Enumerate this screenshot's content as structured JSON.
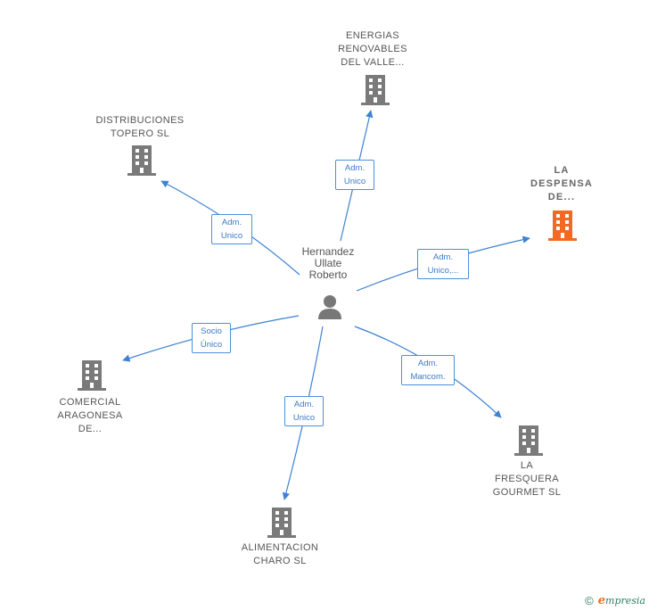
{
  "center": {
    "name": "Hernandez\nUllate\nRoberto",
    "icon": "person-icon"
  },
  "companies": [
    {
      "id": "energias",
      "name": "ENERGIAS\nRENOVABLES\nDEL VALLE...",
      "icon": "building-icon",
      "highlight": false
    },
    {
      "id": "distribuciones",
      "name": "DISTRIBUCIONES\nTOPERO SL",
      "icon": "building-icon",
      "highlight": false
    },
    {
      "id": "despensa",
      "name": "LA\nDESPENSA\nDE...",
      "icon": "building-icon",
      "highlight": true
    },
    {
      "id": "comercial",
      "name": "COMERCIAL\nARAGONESA\nDE...",
      "icon": "building-icon",
      "highlight": false
    },
    {
      "id": "fresquera",
      "name": "LA\nFRESQUERA\nGOURMET  SL",
      "icon": "building-icon",
      "highlight": false
    },
    {
      "id": "alimentacion",
      "name": "ALIMENTACION\nCHARO  SL",
      "icon": "building-icon",
      "highlight": false
    }
  ],
  "relations": [
    {
      "to": "energias",
      "label": "Adm.\nUnico"
    },
    {
      "to": "distribuciones",
      "label": "Adm.\nUnico"
    },
    {
      "to": "despensa",
      "label": "Adm.\nUnico,..."
    },
    {
      "to": "comercial",
      "label": "Socio\nÚnico"
    },
    {
      "to": "fresquera",
      "label": "Adm.\nMancom."
    },
    {
      "to": "alimentacion",
      "label": "Adm.\nUnico"
    }
  ],
  "colors": {
    "edge": "#3f82d1",
    "building": "#7a7a7a",
    "building_highlight": "#f26a21",
    "person": "#777777"
  },
  "footer": {
    "copyright_symbol": "©",
    "brand_initial": "e",
    "brand_rest": "mpresia"
  }
}
